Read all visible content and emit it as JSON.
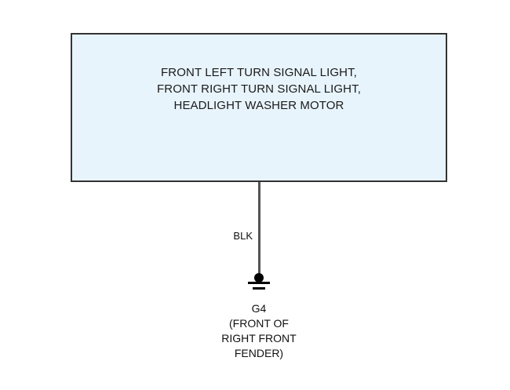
{
  "diagram": {
    "background_color": "#ffffff",
    "component_box": {
      "fill_color": "#e8f4fc",
      "border_color": "#333333",
      "label_lines": [
        "FRONT LEFT TURN SIGNAL LIGHT,",
        "FRONT RIGHT TURN SIGNAL LIGHT,",
        "HEADLIGHT WASHER MOTOR"
      ]
    },
    "wire": {
      "label": "BLK",
      "color": "#555555"
    },
    "ground": {
      "symbol_name": "chassis-ground-symbol",
      "color": "#000000",
      "label_lines": [
        "G4",
        "(FRONT OF",
        "RIGHT FRONT",
        "FENDER)"
      ]
    }
  }
}
